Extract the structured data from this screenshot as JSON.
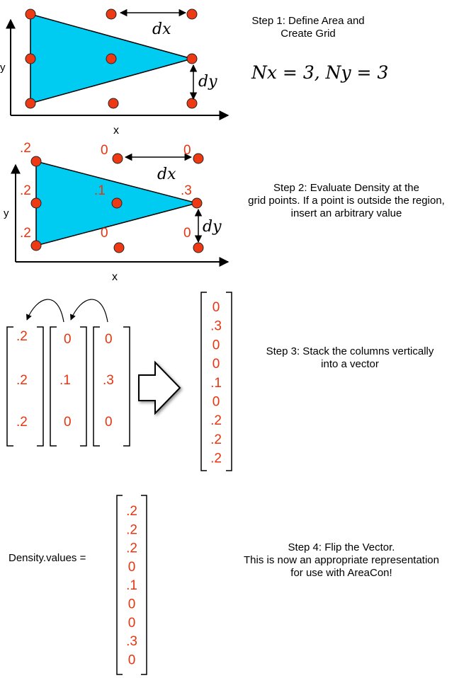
{
  "colors": {
    "region_fill": "#00ccf2",
    "point_fill": "#ee3a14",
    "value_text": "#e8340f",
    "line": "#000000"
  },
  "step1": {
    "title_lines": [
      "Step 1: Define Area and",
      "Create Grid"
    ],
    "grid_label": "Nx = 3, Ny = 3",
    "axis_x": "x",
    "axis_y": "y",
    "dx": "dx",
    "dy": "dy"
  },
  "step2": {
    "title_lines": [
      "Step 2: Evaluate Density at the",
      "grid points. If a point is outside the region,",
      "insert an arbitrary value"
    ],
    "axis_x": "x",
    "axis_y": "y",
    "dx": "dx",
    "dy": "dy",
    "values": {
      "top_left": ".2",
      "top_mid": "0",
      "top_right": "0",
      "mid_left": ".2",
      "mid_mid": ".1",
      "mid_right": ".3",
      "bot_left": ".2",
      "bot_mid": "0",
      "bot_right": "0"
    }
  },
  "step3": {
    "title_lines": [
      "Step 3: Stack the columns vertically",
      "into a vector"
    ],
    "columns": [
      [
        ".2",
        ".2",
        ".2"
      ],
      [
        "0",
        ".1",
        "0"
      ],
      [
        "0",
        ".3",
        "0"
      ]
    ],
    "stacked_vector": [
      "0",
      ".3",
      "0",
      "0",
      ".1",
      "0",
      ".2",
      ".2",
      ".2"
    ]
  },
  "step4": {
    "title_lines": [
      "Step 4: Flip the Vector.",
      "This is now an appropriate representation",
      "for use with AreaCon!"
    ],
    "label": "Density.values =",
    "flipped_vector": [
      ".2",
      ".2",
      ".2",
      "0",
      ".1",
      "0",
      "0",
      ".3",
      "0"
    ]
  }
}
